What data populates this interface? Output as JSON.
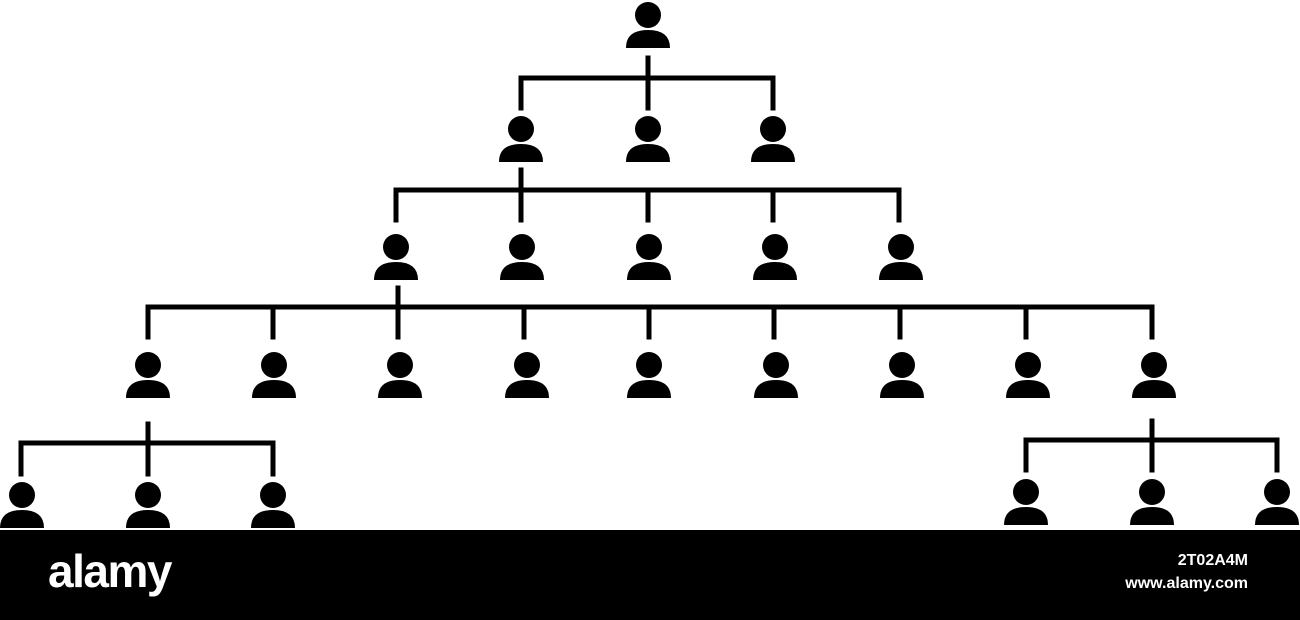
{
  "diagram": {
    "type": "org-chart",
    "icon": "person-icon",
    "color": "#000000",
    "levels": [
      {
        "level": 1,
        "people": 1
      },
      {
        "level": 2,
        "people": 3
      },
      {
        "level": 3,
        "people": 5
      },
      {
        "level": 4,
        "people": 9
      },
      {
        "level": 5,
        "people": 6
      }
    ]
  },
  "footer": {
    "background": "#000000",
    "brand": "alamy",
    "image_id": "2T02A4M",
    "site_url": "www.alamy.com"
  }
}
